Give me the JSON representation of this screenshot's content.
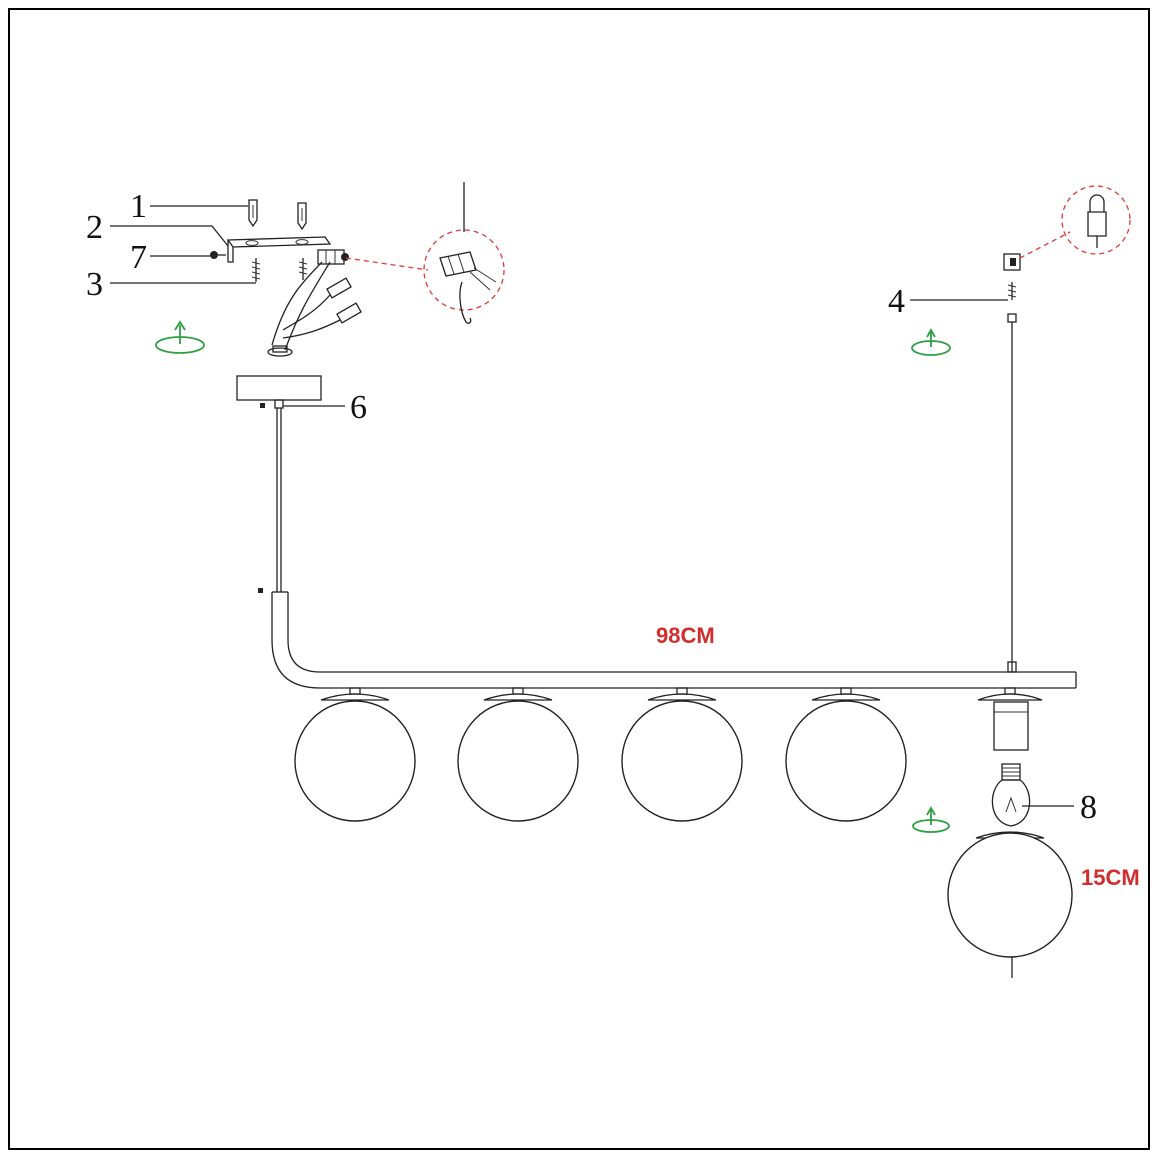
{
  "callouts": {
    "c1": "1",
    "c2": "2",
    "c3": "3",
    "c4": "4",
    "c6": "6",
    "c7": "7",
    "c8": "8"
  },
  "dimensions": {
    "length": "98CM",
    "globe_diameter": "15CM"
  },
  "colors": {
    "dimension_text": "#d22c2c",
    "rotate_icon": "#2ea043",
    "detail_dash": "#e03a3a",
    "line": "#222222"
  },
  "icons": [
    "rotate-icon",
    "rotate-icon",
    "rotate-icon"
  ]
}
